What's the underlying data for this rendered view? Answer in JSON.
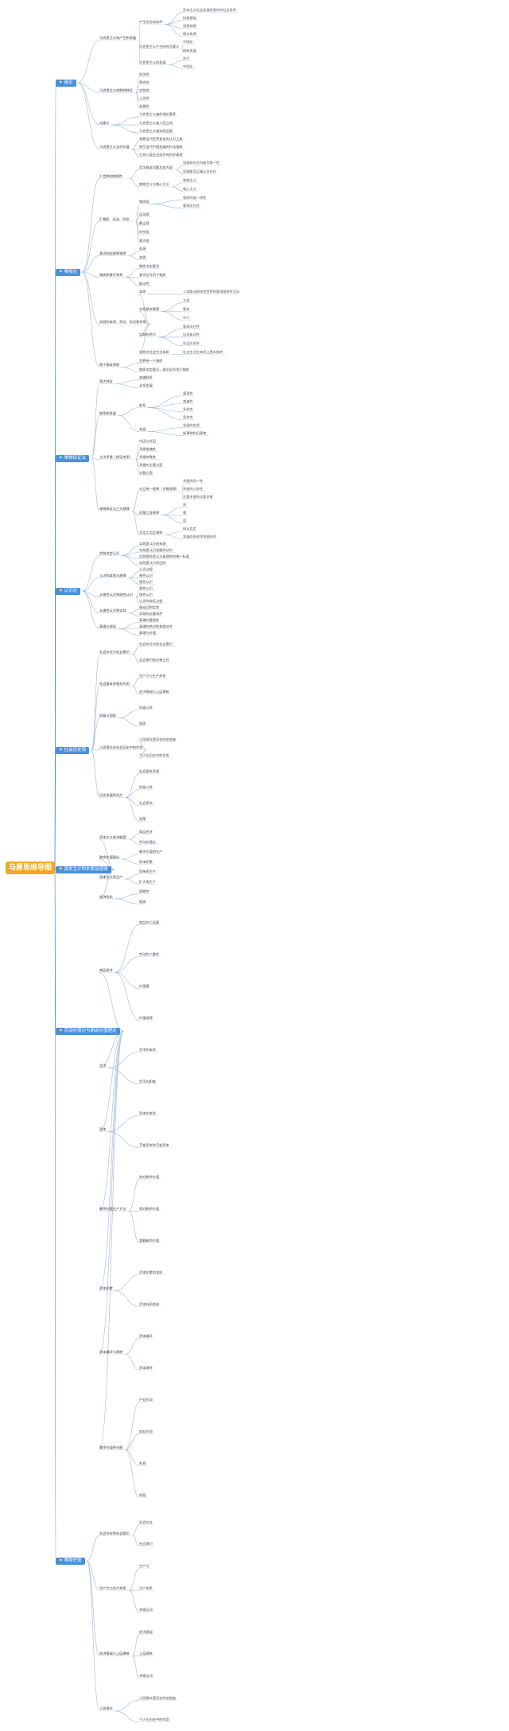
{
  "root": "马原思维导图",
  "branches": [
    {
      "label": "绪论",
      "children": [
        {
          "label": "马克思主义的产生和发展",
          "children": [
            {
              "label": "产生及形成条件",
              "children": [
                "资本主义社会发展所提供的社会条件",
                "阶级基础",
                "思想渊源",
                "理论来源"
              ]
            },
            {
              "label": "马克思主义产生的伟大意义",
              "children": [
                "中国化",
                "创新发展"
              ]
            },
            {
              "label": "马克思主义的发展",
              "children": [
                "列宁",
                "中国化"
              ]
            }
          ]
        },
        {
          "label": "马克思主义的鲜明特征",
          "children": [
            "科学性",
            "革命性",
            "实践性",
            "人民性",
            "发展性"
          ]
        },
        {
          "label": "论意义",
          "children": [
            "马克思主义者的理论素养",
            "马克思主义者人民立场",
            "马克思主义者实践品格"
          ]
        },
        {
          "label": "马克思主义当代价值",
          "children": [
            "观察当代世界变化的认识工具",
            "指引当代中国发展的行动指南",
            "引领人类社会进步的科学真理"
          ]
        }
      ]
    },
    {
      "label": "唯物论",
      "children": [
        {
          "label": "1.世界的物质性",
          "children": [
            {
              "label": "哲学基本问题及其内容",
              "children": [
                "思维和存在何者为第一性",
                "思维能否正确认识存在"
              ]
            },
            {
              "label": "唯物主义与唯心主义",
              "children": [
                "唯物主义",
                "唯心主义"
              ]
            }
          ]
        },
        {
          "label": "2.物质、运动、时空",
          "children": [
            {
              "label": "物质观",
              "children": [
                "物质的唯一特性",
                "客观实在性"
              ]
            },
            "运动观",
            "静止观",
            "时空观",
            "意识观"
          ]
        },
        {
          "label": "意识的起源和本质",
          "children": [
            "起源",
            "本质"
          ]
        },
        {
          "label": "物质和意识关系",
          "children": [
            "物质决定意识",
            "意识反作用于物质",
            "能动性"
          ]
        },
        {
          "label": "实践的本质、特点、形式和作用",
          "children": [
            {
              "label": "本质",
              "children": [
                "人类能动地改造世界的客观物质性活动"
              ]
            },
            {
              "label": "实践基本要素",
              "children": [
                "主体",
                "客体",
                "中介"
              ]
            },
            {
              "label": "实践的特点",
              "children": [
                "客观实在性",
                "自觉能动性",
                "社会历史性"
              ]
            },
            {
              "label": "实践对社会生活本质",
              "children": [
                "社会生活在本质上是实践的"
              ]
            }
          ]
        },
        {
          "label": "两个基本原理",
          "children": [
            "世界统一于物质",
            "物质决定意识，意识反作用于物质"
          ]
        }
      ]
    },
    {
      "label": "唯物辩证法",
      "children": [
        {
          "label": "两大特征",
          "children": [
            "普遍联系",
            "永恒发展"
          ]
        },
        {
          "label": "联系和发展",
          "children": [
            {
              "label": "联系",
              "children": [
                "客观性",
                "普遍性",
                "多样性",
                "条件性"
              ]
            },
            {
              "label": "发展",
              "children": [
                "发展的实质",
                "新事物和旧事物"
              ]
            }
          ]
        },
        {
          "label": "主次矛盾（辩证关系）",
          "children": [
            "内因与外因",
            "矛盾普遍性",
            "矛盾特殊性",
            "矛盾的主要方面",
            "次要方面"
          ]
        },
        {
          "label": "唯物辩证法三大规律",
          "children": [
            {
              "label": "对立统一规律（矛盾规律）",
              "children": [
                "矛盾的同一性",
                "矛盾的斗争性",
                "主要矛盾和次要矛盾"
              ]
            },
            {
              "label": "质量互变规律",
              "children": [
                "质",
                "量",
                "度"
              ]
            },
            {
              "label": "否定之否定规律",
              "children": [
                "辩证否定",
                "发展的前进性和曲折性"
              ]
            }
          ]
        }
      ]
    },
    {
      "label": "认识论",
      "children": [
        {
          "label": "实践决定认识",
          "children": [
            "实践是认识的来源",
            "实践是认识发展的动力",
            "实践是检验认识真理性的唯一标准",
            "实践是认识的目的"
          ]
        },
        {
          "label": "认识的本质与规律",
          "children": [
            "认识过程",
            "感性认识",
            "理性认识"
          ]
        },
        {
          "label": "从感性认识到理性认识",
          "children": [
            "感性认识",
            "理性认识",
            "认识的辩证过程"
          ]
        },
        {
          "label": "从理性认识到实践",
          "children": [
            "理论回到实践",
            "实践的必要条件"
          ]
        },
        {
          "label": "真理与谬误",
          "children": [
            "真理的客观性",
            "真理的绝对性和相对性",
            "真理与价值"
          ]
        }
      ]
    },
    {
      "label": "社会历史观",
      "children": [
        {
          "label": "社会存在与社会意识",
          "children": [
            "社会存在决定社会意识",
            "社会意识相对独立性"
          ]
        },
        {
          "label": "社会基本矛盾及作用",
          "children": [
            "生产力与生产关系",
            "经济基础与上层建筑"
          ]
        },
        {
          "label": "阶级与国家",
          "children": [
            "阶级斗争",
            "国家"
          ]
        },
        {
          "label": "人民群众在社会历史中的作用",
          "children": [
            "人民群众是历史的创造者",
            "个人在历史中的作用"
          ]
        },
        {
          "label": "历史发展的动力",
          "children": [
            "社会基本矛盾",
            "阶级斗争",
            "社会革命",
            "改革"
          ]
        }
      ]
    },
    {
      "label": "资本主义的本质及规律",
      "children": [
        {
          "label": "资本主义经济制度",
          "children": [
            "商品经济",
            "劳动价值论"
          ]
        },
        {
          "label": "剩余价值理论",
          "children": [
            "剩余价值的生产",
            "资本积累"
          ]
        },
        {
          "label": "资本主义再生产",
          "children": [
            "简单再生产",
            "扩大再生产"
          ]
        },
        {
          "label": "经济危机",
          "children": [
            "周期性",
            "根源"
          ]
        }
      ]
    },
    {
      "label": "劳动价值论与剩余价值理论",
      "children": [
        {
          "label": "商品经济",
          "children": [
            "商品的二因素",
            "劳动的二重性",
            "价值量",
            "价值规律"
          ]
        },
        {
          "label": "货币",
          "children": [
            "货币的本质",
            "货币的职能"
          ]
        },
        {
          "label": "资本",
          "children": [
            "资本的本质",
            "不变资本和可变资本"
          ]
        },
        {
          "label": "剩余价值生产方法",
          "children": [
            "绝对剩余价值",
            "相对剩余价值",
            "超额剩余价值"
          ]
        },
        {
          "label": "资本积累",
          "children": [
            "资本积累的本质",
            "资本有机构成"
          ]
        },
        {
          "label": "资本循环与周转",
          "children": [
            "资本循环",
            "资本周转"
          ]
        },
        {
          "label": "剩余价值的分配",
          "children": [
            "产业利润",
            "商业利润",
            "利息",
            "地租"
          ]
        }
      ]
    },
    {
      "label": "唯物史观",
      "children": [
        {
          "label": "社会存在和社会意识",
          "children": [
            "社会存在",
            "社会意识"
          ]
        },
        {
          "label": "生产力与生产关系",
          "children": [
            "生产力",
            "生产关系",
            "矛盾运动"
          ]
        },
        {
          "label": "经济基础与上层建筑",
          "children": [
            "经济基础",
            "上层建筑",
            "矛盾运动"
          ]
        },
        {
          "label": "人民群众",
          "children": [
            "人民群众是历史的创造者",
            "个人在历史中的作用"
          ]
        }
      ]
    }
  ]
}
